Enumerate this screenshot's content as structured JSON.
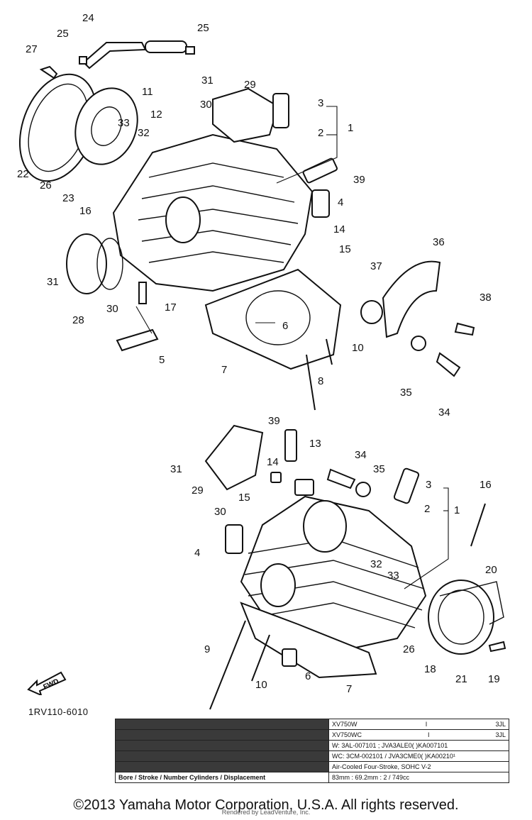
{
  "drawing_id": "1RV110-6010",
  "forward_label": "FWD",
  "callouts_upper": [
    "24",
    "25",
    "25",
    "27",
    "11",
    "12",
    "31",
    "29",
    "30",
    "3",
    "2",
    "1",
    "33",
    "32",
    "22",
    "26",
    "23",
    "16",
    "39",
    "4",
    "14",
    "15",
    "36",
    "37",
    "31",
    "30",
    "17",
    "28",
    "6",
    "7",
    "10",
    "38",
    "5",
    "8",
    "35",
    "34"
  ],
  "callouts_lower": [
    "39",
    "13",
    "34",
    "35",
    "3",
    "31",
    "29",
    "14",
    "15",
    "30",
    "2",
    "1",
    "16",
    "4",
    "32",
    "33",
    "20",
    "26",
    "18",
    "21",
    "19",
    "9",
    "10",
    "6",
    "7"
  ],
  "spec_rows": [
    {
      "left": "",
      "model": "XV750W",
      "mid": "I",
      "code": "3JL"
    },
    {
      "left": "",
      "model": "XV750WC",
      "mid": "I",
      "code": "3JL"
    },
    {
      "left": "",
      "model": "W: 3AL-007101 ; JVA3ALE0(    )KA007101",
      "mid": "",
      "code": ""
    },
    {
      "left": "",
      "model": "WC: 3CM-002101 / JVA3CME0(    )KA00210¹",
      "mid": "",
      "code": ""
    },
    {
      "left": "",
      "model": "Air-Cooled Four-Stroke, SOHC V-2",
      "mid": "",
      "code": ""
    },
    {
      "left": "Bore / Stroke / Number Cylinders / Displacement",
      "model": "83mm : 69.2mm : 2 / 749cc",
      "mid": "",
      "code": ""
    }
  ],
  "copyright": "©2013 Yamaha Motor Corporation, U.S.A. All rights reserved.",
  "watermark": "Rendered by LeadVenture, Inc."
}
